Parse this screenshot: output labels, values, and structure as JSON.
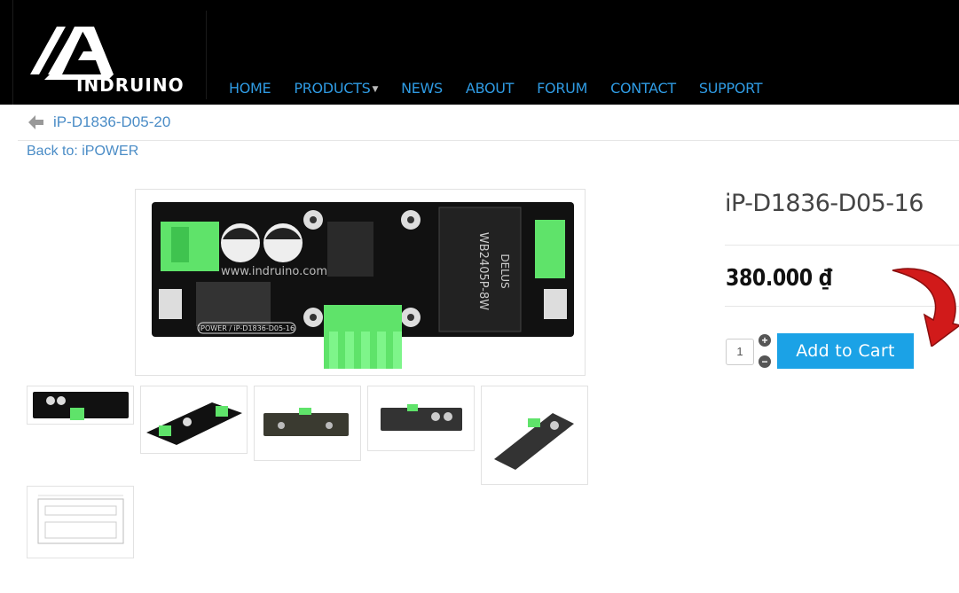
{
  "brand": {
    "name": "INDRUINO"
  },
  "nav": {
    "items": [
      "HOME",
      "PRODUCTS",
      "NEWS",
      "ABOUT",
      "FORUM",
      "CONTACT",
      "SUPPORT"
    ]
  },
  "breadcrumb": {
    "current": "iP-D1836-D05-20"
  },
  "back_link": "Back to: iPOWER",
  "product": {
    "title": "iP-D1836-D05-16",
    "price": "380.000 ₫",
    "quantity": "1",
    "add_to_cart": "Add to Cart",
    "board_label": "iPOWER / iP-D1836-D05-16",
    "watermark": "www.indruino.com",
    "module_text": "WB2405P-8W",
    "module_brand": "DELUS"
  },
  "colors": {
    "accent": "#1ba2e6",
    "nav": "#2f9be3",
    "link": "#4a8cc6",
    "header": "#000000"
  }
}
